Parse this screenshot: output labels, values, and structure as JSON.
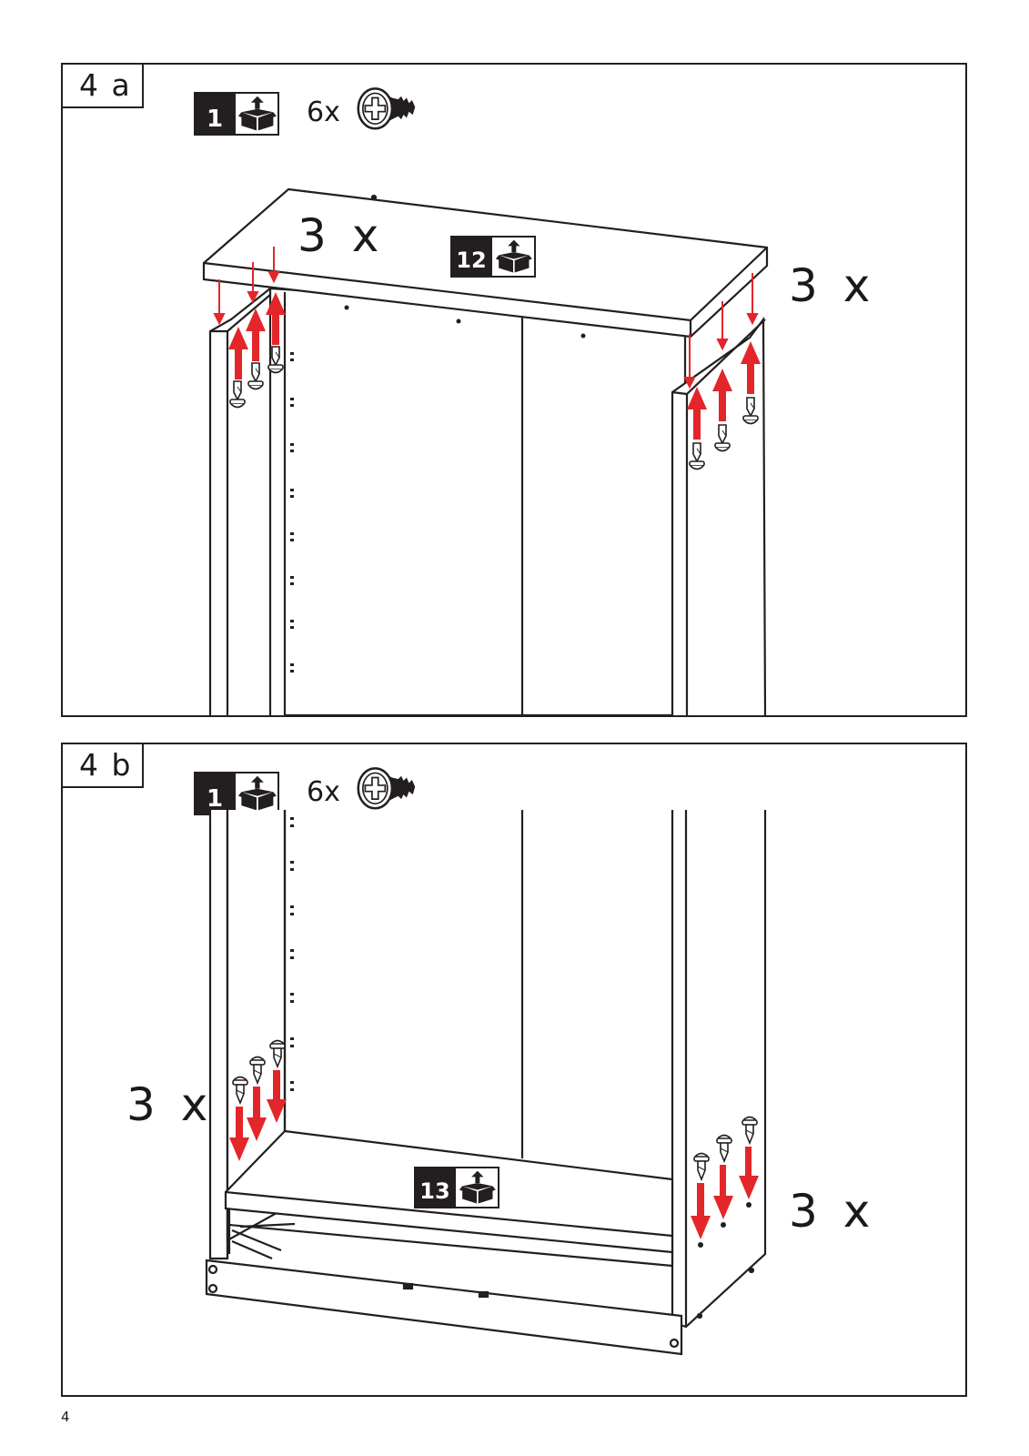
{
  "page": {
    "number": "4"
  },
  "step_a": {
    "label": "4 a",
    "bag_number": "1",
    "screw_qty": "6x",
    "part_number": "12",
    "left_multiplier": "3 x",
    "right_multiplier": "3 x",
    "icons": [
      "box-with-up-arrow-icon",
      "screw-icon",
      "cam-stud-icon",
      "red-up-arrow-icon",
      "red-down-arrow-icon"
    ],
    "colors": {
      "arrow": "#e3262a",
      "line": "#231f20",
      "badge": "#231f20"
    }
  },
  "step_b": {
    "label": "4 b",
    "bag_number": "1",
    "screw_qty": "6x",
    "part_number": "13",
    "left_multiplier": "3 x",
    "right_multiplier": "3 x",
    "icons": [
      "box-with-up-arrow-icon",
      "screw-icon",
      "cam-stud-icon",
      "red-down-arrow-icon"
    ],
    "colors": {
      "arrow": "#e3262a",
      "line": "#231f20",
      "badge": "#231f20"
    }
  }
}
